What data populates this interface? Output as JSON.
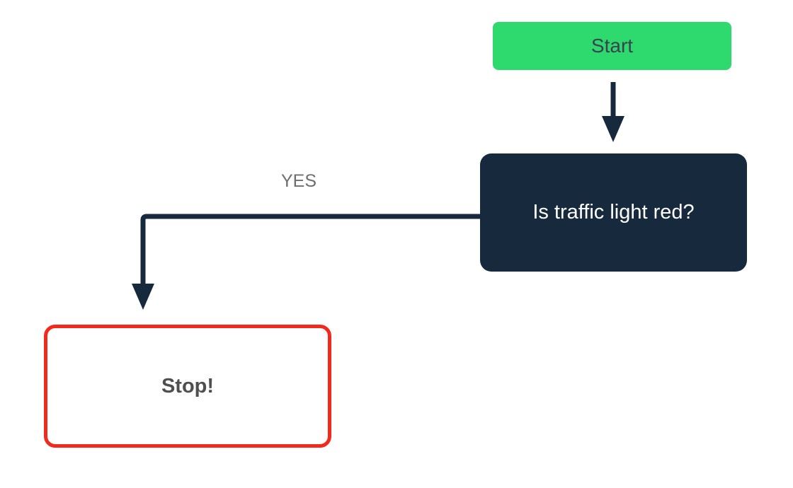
{
  "diagram": {
    "type": "flowchart",
    "background_color": "#ffffff",
    "connector_color": "#17293c",
    "edge_label_color": "#6e6e6e",
    "nodes": {
      "start": {
        "label": "Start",
        "shape": "rounded-rect",
        "fill": "#2ed96e",
        "text_color": "#37434f"
      },
      "question": {
        "label": "Is traffic light red?",
        "shape": "rounded-rect",
        "fill": "#17293c",
        "text_color": "#ffffff"
      },
      "stop": {
        "label": "Stop!",
        "shape": "rounded-rect",
        "fill": "#ffffff",
        "border_color": "#f3291c",
        "text_color": "#4f4f4f"
      }
    },
    "edges": [
      {
        "from": "start",
        "to": "question",
        "label": ""
      },
      {
        "from": "question",
        "to": "stop",
        "label": "YES"
      }
    ]
  }
}
